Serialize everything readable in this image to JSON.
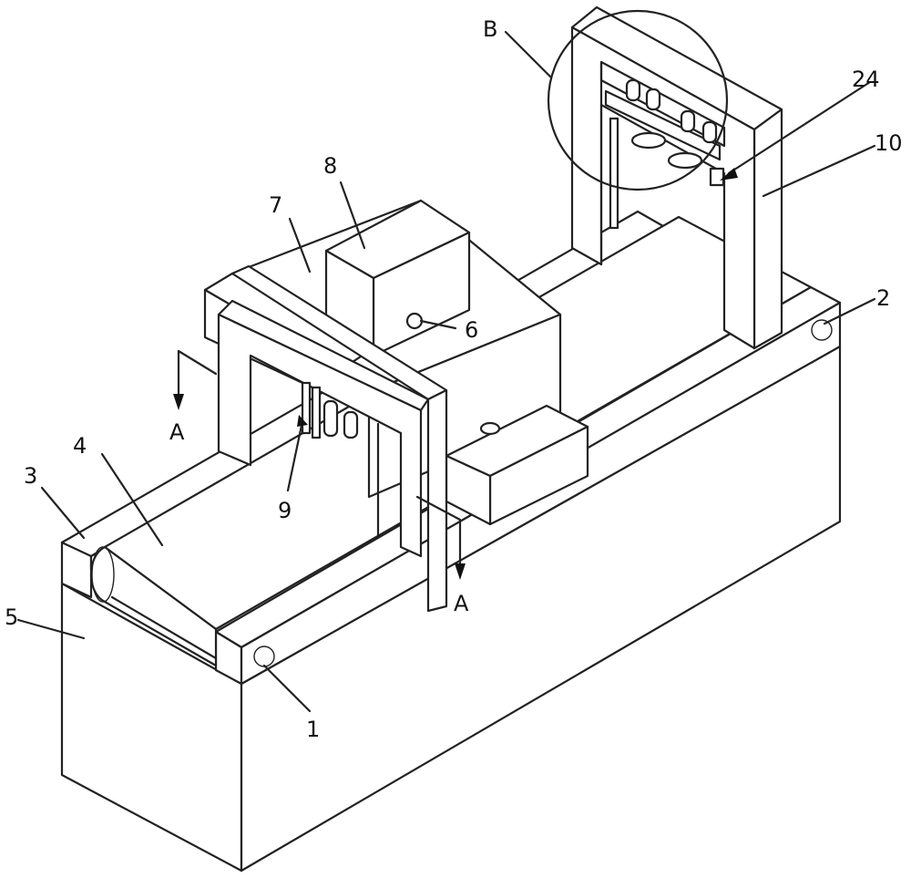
{
  "labels": {
    "n1": "1",
    "n2": "2",
    "n3": "3",
    "n4": "4",
    "n5": "5",
    "n6": "6",
    "n7": "7",
    "n8": "8",
    "n9": "9",
    "n10": "10",
    "n24": "24",
    "a_left": "A",
    "a_right": "A",
    "b": "B"
  }
}
